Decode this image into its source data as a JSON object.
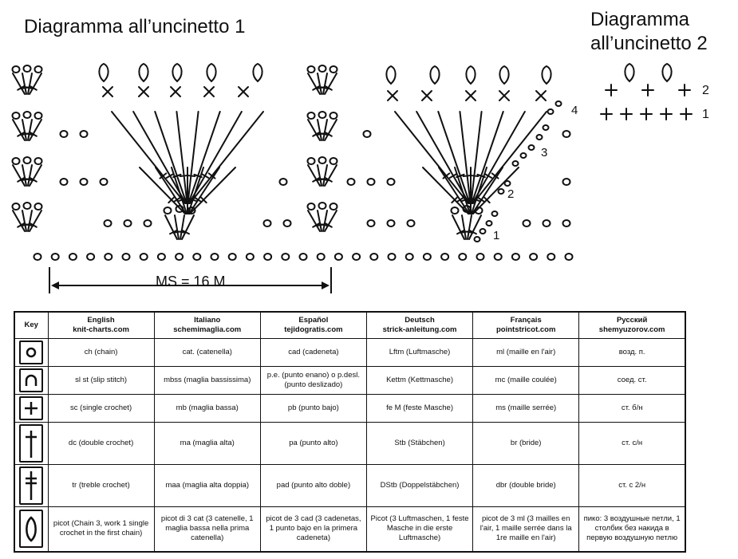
{
  "diagram1": {
    "title": "Diagramma all’uncinetto 1",
    "measure": "MS = 16 M",
    "row_numbers": [
      "1",
      "2",
      "3",
      "4"
    ]
  },
  "diagram2": {
    "title_line1": "Diagramma",
    "title_line2": "all’uncinetto 2",
    "row_numbers": [
      "1",
      "2"
    ]
  },
  "legend": {
    "key_header": "Key",
    "columns": [
      {
        "lang": "English",
        "site": "knit-charts.com"
      },
      {
        "lang": "Italiano",
        "site": "schemimaglia.com"
      },
      {
        "lang": "Español",
        "site": "tejidogratis.com"
      },
      {
        "lang": "Deutsch",
        "site": "strick-anleitung.com"
      },
      {
        "lang": "Français",
        "site": "pointstricot.com"
      },
      {
        "lang": "Русский",
        "site": "shemyuzorov.com"
      }
    ],
    "rows": [
      {
        "symbol": "chain-symbol-icon",
        "cells": [
          "ch (chain)",
          "cat. (catenella)",
          "cad (cadeneta)",
          "Lftm (Luftmasche)",
          "ml (maille en l'air)",
          "возд. п."
        ]
      },
      {
        "symbol": "slip-stitch-symbol-icon",
        "cells": [
          "sl st (slip stitch)",
          "mbss (maglia bassissima)",
          "p.e. (punto enano) o p.desl. (punto deslizado)",
          "Kettm (Kettmasche)",
          "mc (maille coulée)",
          "соед. ст."
        ]
      },
      {
        "symbol": "single-crochet-symbol-icon",
        "cells": [
          "sc (single crochet)",
          "mb (maglia bassa)",
          "pb (punto bajo)",
          "fe M (feste Masche)",
          "ms (maille serrée)",
          "ст. б/н"
        ]
      },
      {
        "symbol": "double-crochet-symbol-icon",
        "cells": [
          "dc (double crochet)",
          "ma (maglia alta)",
          "pa (punto alto)",
          "Stb (Stäbchen)",
          "br (bride)",
          "ст. с/н"
        ]
      },
      {
        "symbol": "treble-crochet-symbol-icon",
        "cells": [
          "tr (treble crochet)",
          "maa (maglia alta doppia)",
          "pad (punto alto doble)",
          "DStb (Doppelstäbchen)",
          "dbr (double bride)",
          "ст. с 2/н"
        ]
      },
      {
        "symbol": "picot-symbol-icon",
        "cells": [
          "picot (Chain 3, work 1 single crochet in the first chain)",
          "picot di 3 cat (3 catenelle, 1 maglia bassa nella prima catenella)",
          "picot de 3 cad (3 cadenetas, 1 punto bajo en la primera cadeneta)",
          "Picot (3 Luftmaschen, 1 feste Masche in die erste Luftmasche)",
          "picot de 3 ml (3 mailles en l'air, 1 maille serrée dans la 1re maille en l'air)",
          "пико: 3 воздушные петли, 1 столбик без накида в первую воздушную петлю"
        ]
      }
    ]
  }
}
